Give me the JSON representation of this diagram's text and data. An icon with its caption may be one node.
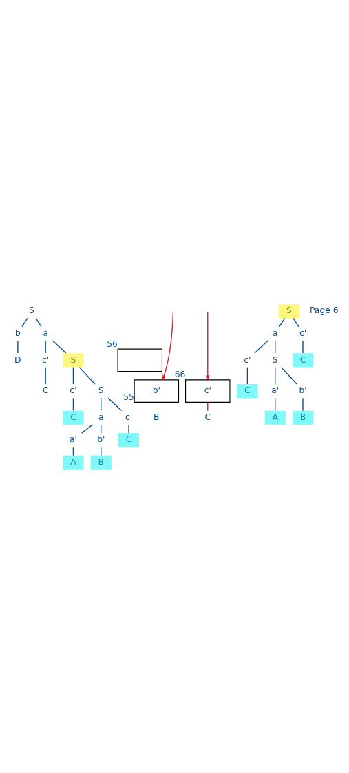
{
  "diagram": {
    "nodes": [
      {
        "text": [
          "S"
        ]
      },
      {
        "text": [
          "b"
        ]
      },
      {
        "text": [
          "a"
        ]
      },
      {
        "text": [
          "D"
        ]
      },
      {
        "text": [
          "c'"
        ]
      },
      {
        "text": [
          "S"
        ]
      },
      {
        "text": [
          "C"
        ]
      },
      {
        "text": [
          "c'"
        ]
      },
      {
        "text": [
          "S"
        ]
      },
      {
        "text": [
          "C"
        ]
      },
      {
        "text": [
          "a"
        ]
      },
      {
        "text": [
          "c'"
        ]
      },
      {
        "text": [
          "a'"
        ]
      },
      {
        "text": [
          "b'"
        ]
      },
      {
        "text": [
          "C"
        ]
      },
      {
        "text": [
          "A"
        ]
      },
      {
        "text": [
          "B"
        ]
      },
      {
        "text": [],
        "shape": "box",
        "beside": [
          "56"
        ]
      },
      {
        "text": [
          "b'"
        ],
        "beside": [
          "55"
        ]
      },
      {
        "text": [
          "c'"
        ],
        "beside": [
          "66"
        ]
      },
      {
        "text": [
          "C"
        ]
      },
      {
        "text": [
          "S"
        ]
      },
      {
        "text": [
          "a"
        ]
      },
      {
        "text": [
          "c'"
        ]
      },
      {
        "text": [
          "c'"
        ]
      },
      {
        "text": [
          "S"
        ]
      },
      {
        "text": [
          "C"
        ]
      },
      {
        "text": [
          "C"
        ]
      },
      {
        "text": [
          "a'"
        ]
      },
      {
        "text": [
          "b'"
        ]
      },
      {
        "text": [
          "A"
        ]
      },
      {
        "text": [
          "B"
        ]
      }
    ],
    "edges": [
      {
        "from": 0,
        "to": 1,
        "arrow": "none"
      },
      {
        "from": 0,
        "to": 2,
        "arrow": "none"
      },
      {
        "from": 1,
        "to": 3,
        "arrow": "none"
      },
      {
        "from": 2,
        "to": 4,
        "arrow": "none"
      },
      {
        "from": 2,
        "to": 5,
        "arrow": "none"
      },
      {
        "from": 4,
        "to": 6,
        "arrow": "none"
      },
      {
        "from": 5,
        "to": 7,
        "arrow": "none"
      },
      {
        "from": 5,
        "to": 8,
        "arrow": "none"
      },
      {
        "from": 7,
        "to": 9,
        "arrow": "none"
      },
      {
        "from": 8,
        "to": 10,
        "arrow": "none"
      },
      {
        "from": 8,
        "to": 11,
        "arrow": "none"
      },
      {
        "from": 10,
        "to": 12,
        "arrow": "none"
      },
      {
        "from": 10,
        "to": 13,
        "arrow": "none"
      },
      {
        "from": 11,
        "to": 14,
        "arrow": "none"
      },
      {
        "from": 12,
        "to": 15,
        "arrow": "none"
      },
      {
        "from": 13,
        "to": 16,
        "arrow": "none"
      },
      {
        "from": null,
        "to": 18,
        "arrow": "to",
        "color": "#e01b2a"
      },
      {
        "from": null,
        "to": 19,
        "arrow": "to",
        "color": "#e01b2a"
      },
      {
        "from": 19,
        "to": 20,
        "arrow": "none",
        "color": "#e01b2a"
      },
      {
        "from": 21,
        "to": 22,
        "arrow": "none"
      },
      {
        "from": 21,
        "to": 23,
        "arrow": "none"
      },
      {
        "from": 22,
        "to": 24,
        "arrow": "none"
      },
      {
        "from": 22,
        "to": 25,
        "arrow": "none"
      },
      {
        "from": 23,
        "to": 26,
        "arrow": "none"
      },
      {
        "from": 24,
        "to": 27,
        "arrow": "none"
      },
      {
        "from": 25,
        "to": 28,
        "arrow": "none"
      },
      {
        "from": 25,
        "to": 29,
        "arrow": "none"
      },
      {
        "from": 28,
        "to": 30,
        "arrow": "none"
      },
      {
        "from": 29,
        "to": 31,
        "arrow": "none"
      }
    ],
    "labels": [
      "B",
      "Page 6"
    ]
  }
}
